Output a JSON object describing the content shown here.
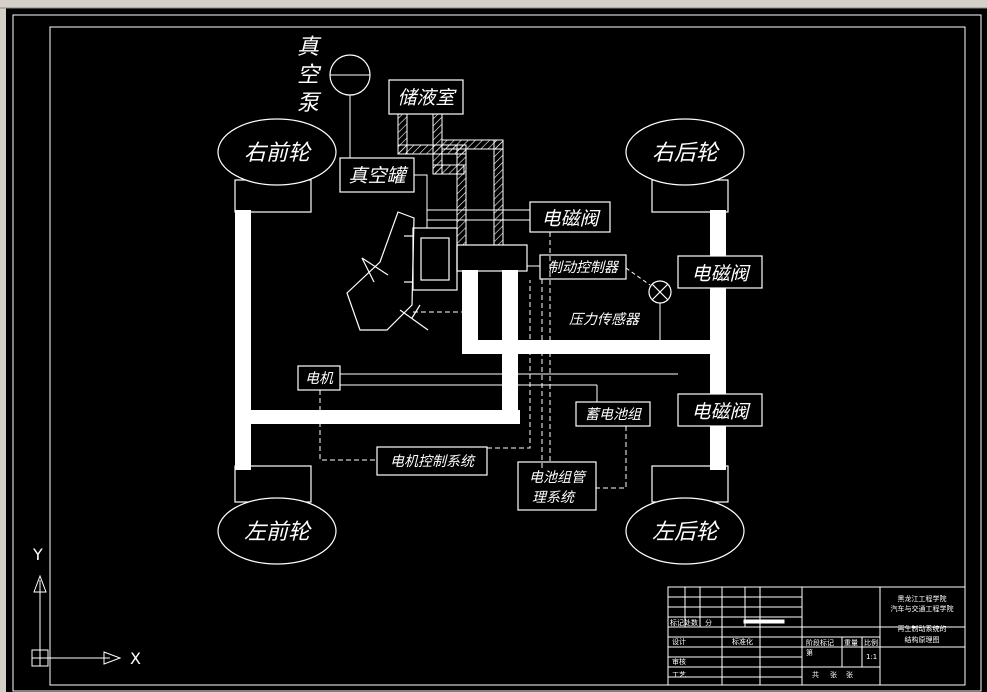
{
  "labels": {
    "vacuum_pump": [
      "真",
      "空",
      "泵"
    ],
    "reservoir": "储液室",
    "vacuum_tank": "真空罐",
    "solenoid_valve_1": "电磁阀",
    "solenoid_valve_2": "电磁阀",
    "solenoid_valve_3": "电磁阀",
    "brake_controller": "制动控制器",
    "pressure_sensor": "压力传感器",
    "motor": "电机",
    "battery_pack": "蓄电池组",
    "motor_control_system": "电机控制系统",
    "bms_line1": "电池组管",
    "bms_line2": "理系统",
    "wheel_front_right": "右前轮",
    "wheel_rear_right": "右后轮",
    "wheel_front_left": "左前轮",
    "wheel_rear_left": "左后轮"
  },
  "title_block": {
    "school": "黑龙江工程学院",
    "dept": "汽车与交通工程学院",
    "drawing_title_1": "再生制动系统的",
    "drawing_title_2": "结构原理图",
    "row_mark": "标记处数",
    "row_split": "分",
    "row_design": "设计",
    "row_std": "标准化",
    "row_review": "审核",
    "row_process": "工艺",
    "stage_mark": "阶段标记",
    "weight": "重量",
    "scale_label": "比例",
    "scale_value": "1:1",
    "total": "共",
    "sheets": "张",
    "sheet_no": "第",
    "sheet_unit": "张"
  },
  "axis": {
    "y": "Y",
    "x": "X"
  },
  "colors": {
    "background": "#000000",
    "stroke": "#ffffff",
    "pipe": "#ffffff"
  }
}
